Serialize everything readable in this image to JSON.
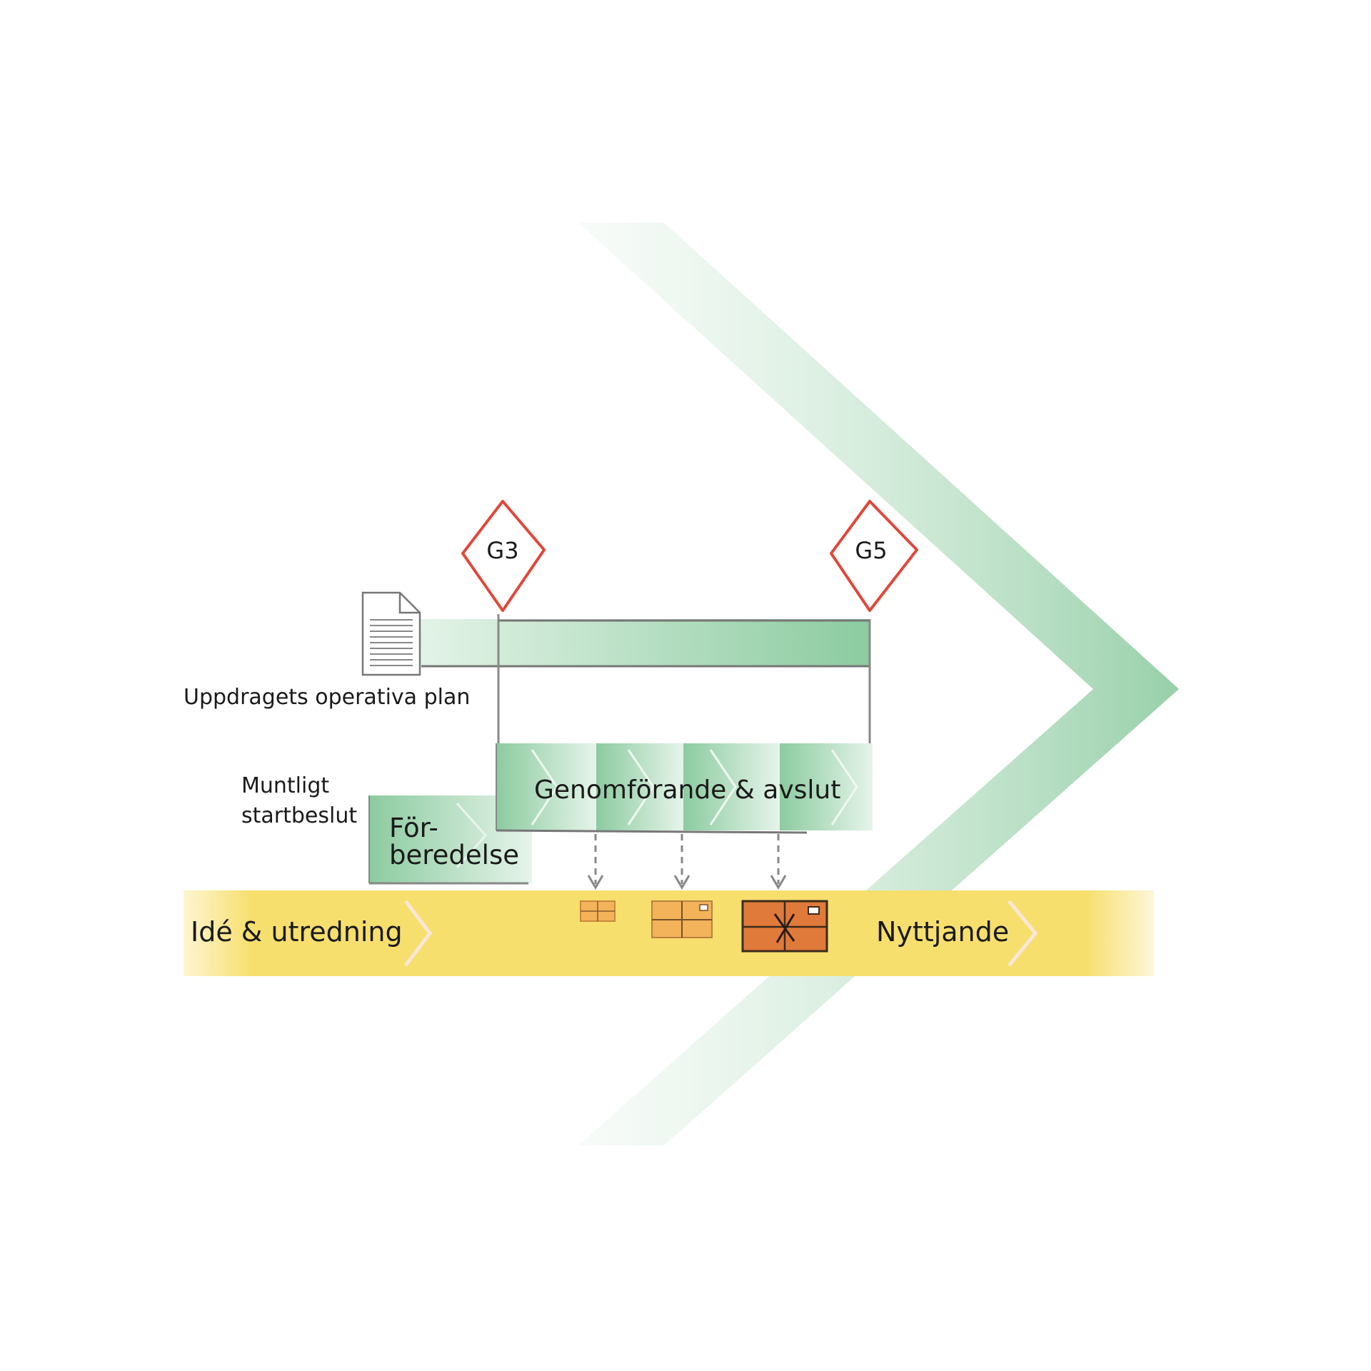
{
  "gates": [
    {
      "label": "G3"
    },
    {
      "label": "G5"
    }
  ],
  "plan": {
    "label": "Uppdragets operativa plan"
  },
  "start_decision": {
    "line1": "Muntligt",
    "line2": "startbeslut"
  },
  "phases": {
    "preparation": {
      "line1": "För-",
      "line2": "beredelse"
    },
    "execution": {
      "label": "Genomförande & avslut"
    }
  },
  "timeline": {
    "start_label": "Idé & utredning",
    "end_label": "Nyttjande"
  },
  "colors": {
    "green": "#8ccba0",
    "light_green": "#d6eedc",
    "yellow": "#f7df6e",
    "gate_red": "#e0483a",
    "package_light": "#f2b35a",
    "package_dark": "#e07a3a"
  }
}
